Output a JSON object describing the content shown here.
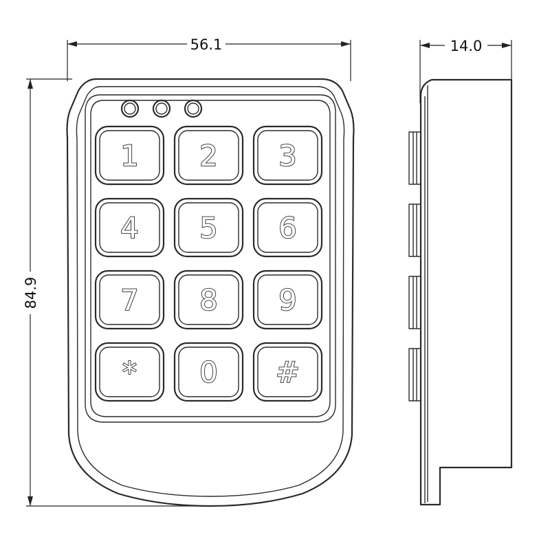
{
  "dimensions": {
    "width": "56.1",
    "height": "84.9",
    "depth": "14.0"
  },
  "keypad": {
    "indicator_count": 3,
    "keys": [
      "1",
      "2",
      "3",
      "4",
      "5",
      "6",
      "7",
      "8",
      "9",
      "*",
      "0",
      "#"
    ]
  }
}
